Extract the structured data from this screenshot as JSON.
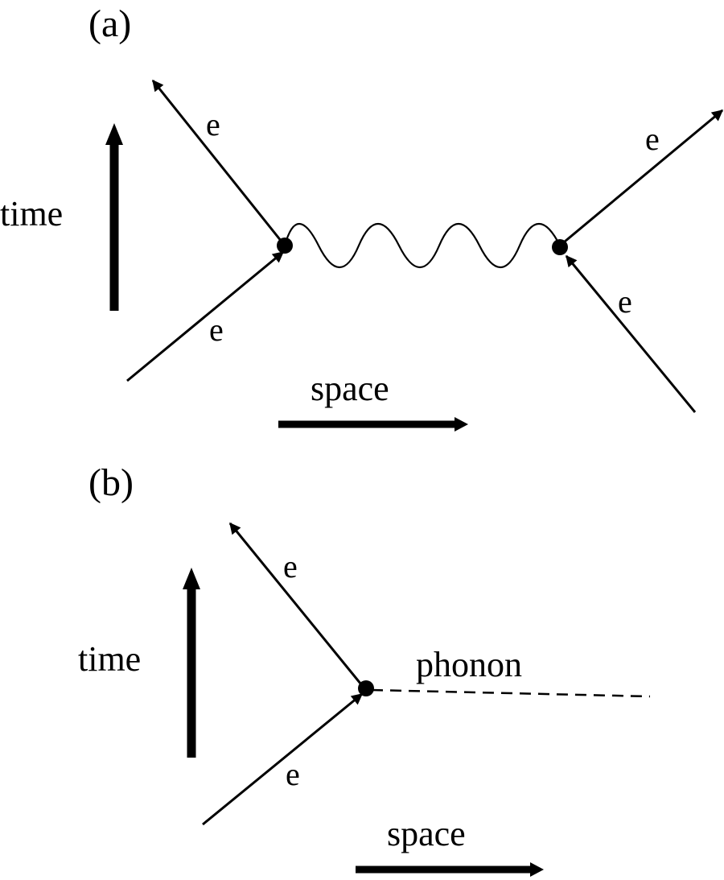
{
  "panel_a": {
    "label": "(a)",
    "time_label": "time",
    "space_label": "space",
    "electron_labels": [
      "e",
      "e",
      "e",
      "e"
    ]
  },
  "panel_b": {
    "label": "(b)",
    "time_label": "time",
    "space_label": "space",
    "phonon_label": "phonon",
    "electron_labels": [
      "e",
      "e"
    ]
  },
  "colors": {
    "ink": "#000000",
    "background": "#ffffff"
  }
}
